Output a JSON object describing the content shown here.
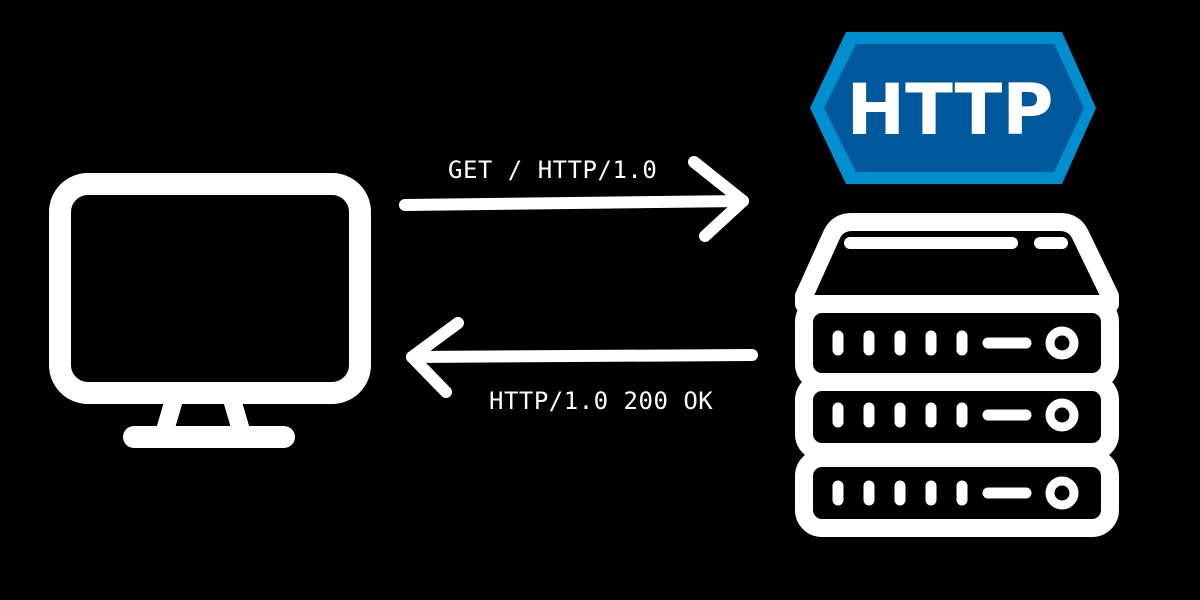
{
  "badge": {
    "text": "HTTP",
    "fill_color": "#00589c",
    "border_color": "#008ecf"
  },
  "request": {
    "label": "GET / HTTP/1.0",
    "direction": "client-to-server"
  },
  "response": {
    "label": "HTTP/1.0 200 OK",
    "direction": "server-to-client"
  },
  "icons": {
    "client": "monitor-icon",
    "server": "server-rack-icon"
  },
  "colors": {
    "background": "#000000",
    "foreground": "#ffffff"
  }
}
